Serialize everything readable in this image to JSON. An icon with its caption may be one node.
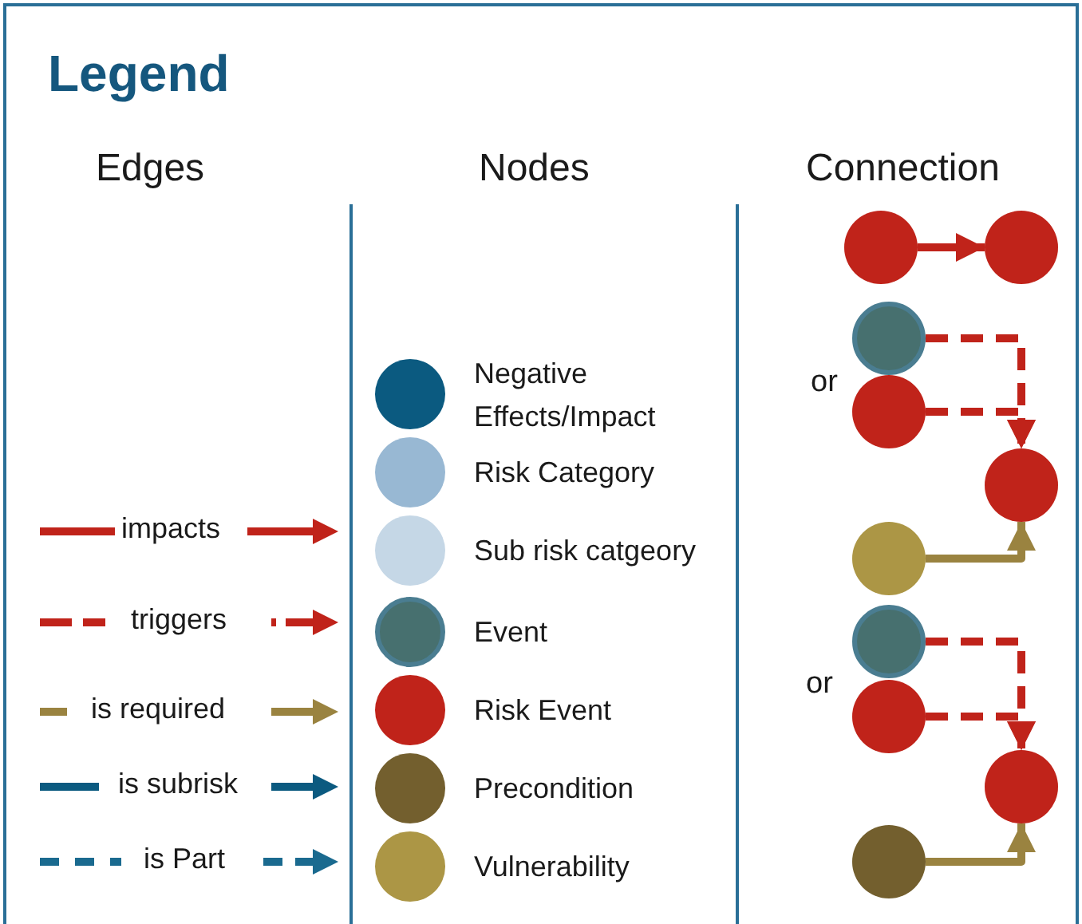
{
  "diagram": {
    "title": "Legend",
    "nodes": [
      {
        "text": [],
        "shape": "circle"
      },
      {
        "text": [],
        "shape": "circle"
      },
      {
        "text": [],
        "shape": "circle"
      },
      {
        "text": [],
        "shape": "circle"
      },
      {
        "text": [],
        "shape": "circle"
      },
      {
        "text": [],
        "shape": "circle"
      },
      {
        "text": [],
        "shape": "circle"
      },
      {
        "text": [],
        "shape": "circle"
      },
      {
        "text": [],
        "shape": "circle"
      },
      {
        "text": [],
        "shape": "circle"
      }
    ],
    "edges": [
      {
        "from": 0,
        "to": 1,
        "arrow": "to"
      },
      {
        "from": 2,
        "to": 4,
        "arrow": "to",
        "style": "dashed"
      },
      {
        "from": 3,
        "to": 4,
        "arrow": "to",
        "style": "dashed"
      },
      {
        "from": 5,
        "to": 4,
        "arrow": "to",
        "color": "#9a8340"
      },
      {
        "from": 6,
        "to": 8,
        "arrow": "to",
        "style": "dashed"
      },
      {
        "from": 7,
        "to": 8,
        "arrow": "to",
        "style": "dashed"
      },
      {
        "from": 9,
        "to": 8,
        "arrow": "to",
        "color": "#9a8340"
      }
    ],
    "labels": [
      "Edges",
      "Nodes",
      "Connection",
      "or",
      "or"
    ],
    "legend": [
      {
        "text": "impacts"
      },
      {
        "text": "triggers"
      },
      {
        "text": "is required"
      },
      {
        "text": "is subrisk"
      },
      {
        "text": "is Part"
      },
      {
        "text": "Negative Effects/Impact",
        "color": "#0b5a80"
      },
      {
        "text": "Risk Category",
        "color": "#98b8d3"
      },
      {
        "text": "Sub risk catgeory",
        "color": "#c5d7e6"
      },
      {
        "text": "Event",
        "color": "#47706f"
      },
      {
        "text": "Risk Event",
        "color": "#c0231a"
      },
      {
        "text": "Precondition",
        "color": "#735f2e"
      },
      {
        "text": "Vulnerability",
        "color": "#ac9645"
      }
    ]
  }
}
